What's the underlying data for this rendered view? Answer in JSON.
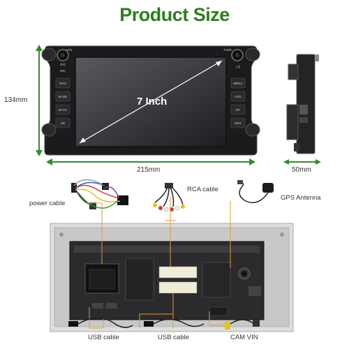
{
  "title": "Product Size",
  "dimensions": {
    "height": "134mm",
    "width": "215mm",
    "depth": "50mm",
    "screen": "7 Inch"
  },
  "head_unit_buttons": {
    "top_left": "VOL",
    "top_right": "TUNE",
    "left": [
      "O/⏻",
      "MIC",
      "NAVI",
      "BAND",
      "BACK",
      "SD"
    ],
    "right": [
      "▷||",
      "MENU",
      "DVD",
      "BT",
      "RES"
    ]
  },
  "cables": {
    "power": "power cable",
    "rca": "RCA cable",
    "gps": "GPS Antenna",
    "usb_1": "USB cable",
    "usb_2": "USB cable",
    "cam": "CAM VIN"
  },
  "colors": {
    "title": "#2f7d1e",
    "dimension_arrow": "#2f8c2f",
    "callout_line": "#e59a2b"
  }
}
